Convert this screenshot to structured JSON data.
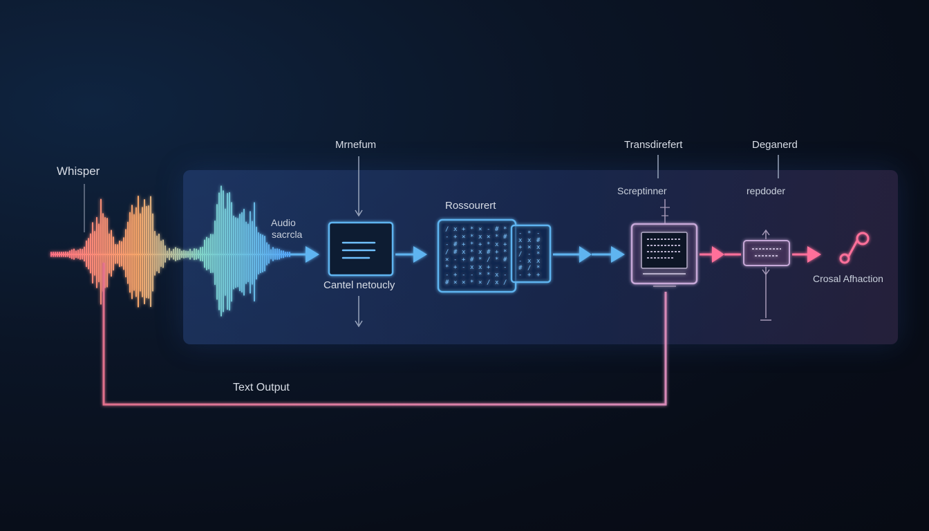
{
  "labels": {
    "whisper": "Whisper",
    "audio_line1": "Audio",
    "audio_line2": "sacrcla",
    "top_mid": "Mrnefum",
    "under_box1": "Cantel netoucly",
    "rossourert": "Rossourert",
    "transdirefert": "Transdirefert",
    "screptinner": "Screptinner",
    "deganerd": "Deganerd",
    "repdoder": "repdoder",
    "crosal": "Crosal Afhaction",
    "text_output": "Text Output"
  },
  "colors": {
    "wave_warm": "#ff7a8a",
    "wave_cool": "#5fb0ff",
    "flow_blue": "#5fb4f0",
    "flow_pink": "#ff6f9a",
    "box_lilac": "#c7a8d8",
    "loop_line": "#e07aa0"
  },
  "icons": {
    "output": "music-note-icon"
  }
}
